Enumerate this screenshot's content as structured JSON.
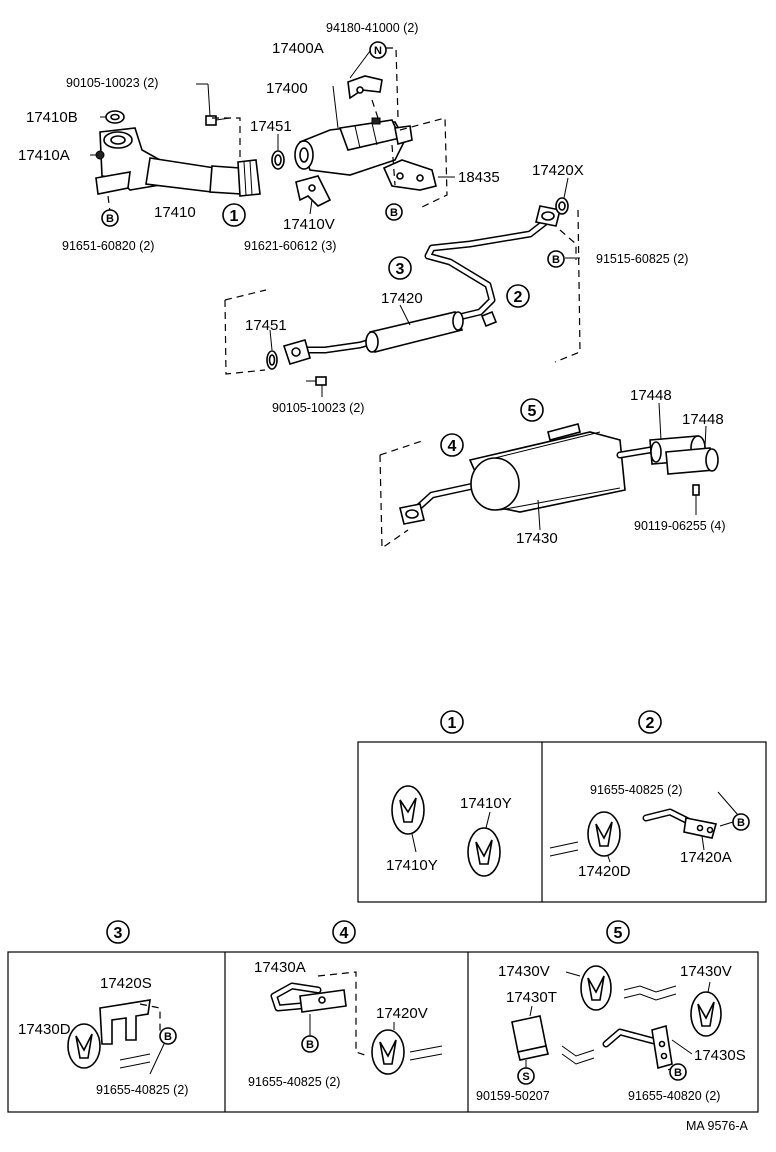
{
  "diagram": {
    "main_labels": {
      "p94180": "94180-41000 (2)",
      "p17400A": "17400A",
      "p90105a": "90105-10023 (2)",
      "p17400": "17400",
      "p17410B": "17410B",
      "p17451a": "17451",
      "p17410A": "17410A",
      "p18435": "18435",
      "p17420X": "17420X",
      "p17410": "17410",
      "p17410V": "17410V",
      "p91651": "91651-60820 (2)",
      "p91621": "91621-60612 (3)",
      "p91515": "91515-60825 (2)",
      "p17420": "17420",
      "p17451b": "17451",
      "p90105b": "90105-10023 (2)",
      "p17448a": "17448",
      "p17448b": "17448",
      "p17430": "17430",
      "p90119": "90119-06255 (4)"
    },
    "callouts": [
      "1",
      "2",
      "3",
      "4",
      "5"
    ],
    "symbols": {
      "n": "N",
      "b": "B",
      "s": "S"
    },
    "box1": {
      "num": "1",
      "a": "17410Y",
      "b": "17410Y"
    },
    "box2": {
      "num": "2",
      "a": "91655-40825 (2)",
      "b": "17420D",
      "c": "17420A"
    },
    "box3": {
      "num": "3",
      "a": "17420S",
      "b": "17430D",
      "c": "91655-40825 (2)"
    },
    "box4": {
      "num": "4",
      "a": "17430A",
      "b": "17420V",
      "c": "91655-40825 (2)"
    },
    "box5": {
      "num": "5",
      "a": "17430V",
      "b": "17430V",
      "c": "17430T",
      "d": "17430S",
      "e": "90159-50207",
      "f": "91655-40820 (2)"
    },
    "footer_code": "MA 9576-A"
  }
}
